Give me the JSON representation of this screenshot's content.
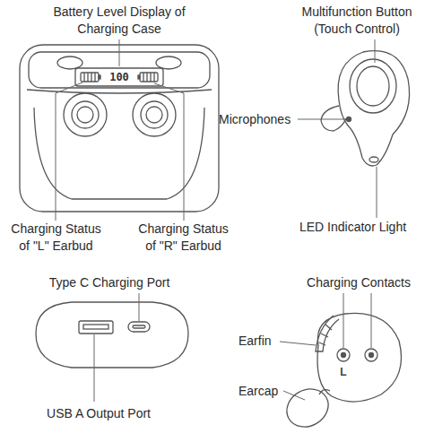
{
  "diagram": {
    "labels": [
      "Battery Level Display of Charging Case",
      "Multifunction Button (Touch Control)",
      "Microphones",
      "Charging Status of \"L\" Earbud",
      "Charging Status of \"R\" Earbud",
      "LED Indicator Light",
      "Type C Charging Port",
      "Charging Contacts",
      "Earfin",
      "USB A Output Port",
      "Earcap",
      "100",
      "L"
    ]
  }
}
